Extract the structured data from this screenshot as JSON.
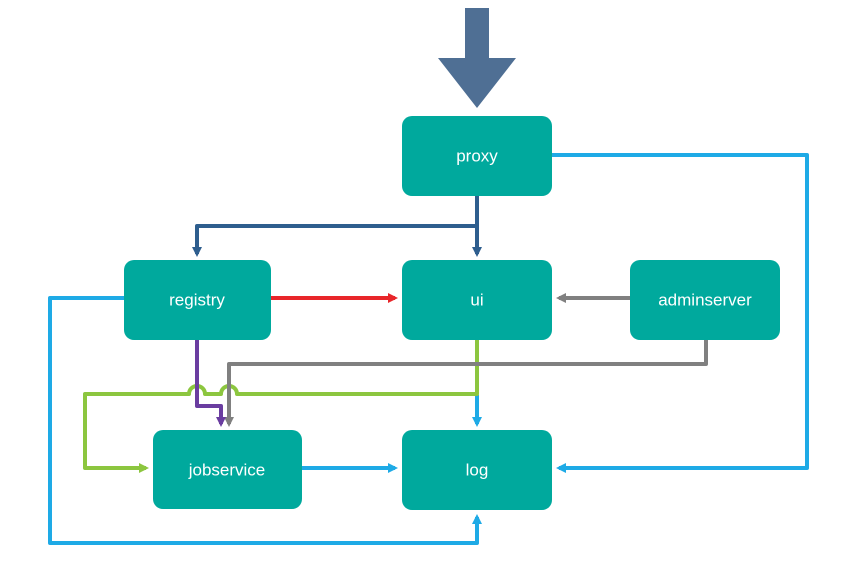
{
  "colors": {
    "node_fill": "#00A99D",
    "node_text": "#FFFFFF",
    "entry_arrow": "#4F6F94",
    "edge_dark_blue": "#2E5E8E",
    "edge_light_blue": "#1EAAE6",
    "edge_red": "#E8262A",
    "edge_gray": "#808080",
    "edge_green": "#8CC63F",
    "edge_purple": "#6A3DA0"
  },
  "nodes": {
    "proxy": "proxy",
    "registry": "registry",
    "ui": "ui",
    "adminserver": "adminserver",
    "jobservice": "jobservice",
    "log": "log"
  },
  "edges": [
    {
      "from": "external",
      "to": "proxy",
      "color": "entry_arrow"
    },
    {
      "from": "proxy",
      "to": "registry",
      "color": "edge_dark_blue"
    },
    {
      "from": "proxy",
      "to": "ui",
      "color": "edge_dark_blue"
    },
    {
      "from": "proxy",
      "to": "log",
      "color": "edge_light_blue"
    },
    {
      "from": "registry",
      "to": "ui",
      "color": "edge_red"
    },
    {
      "from": "adminserver",
      "to": "ui",
      "color": "edge_gray"
    },
    {
      "from": "adminserver",
      "to": "jobservice",
      "color": "edge_gray"
    },
    {
      "from": "registry",
      "to": "jobservice",
      "color": "edge_purple"
    },
    {
      "from": "ui",
      "to": "jobservice",
      "color": "edge_green"
    },
    {
      "from": "ui",
      "to": "log",
      "color": "edge_light_blue"
    },
    {
      "from": "jobservice",
      "to": "log",
      "color": "edge_light_blue"
    },
    {
      "from": "registry",
      "to": "log",
      "color": "edge_light_blue"
    }
  ]
}
